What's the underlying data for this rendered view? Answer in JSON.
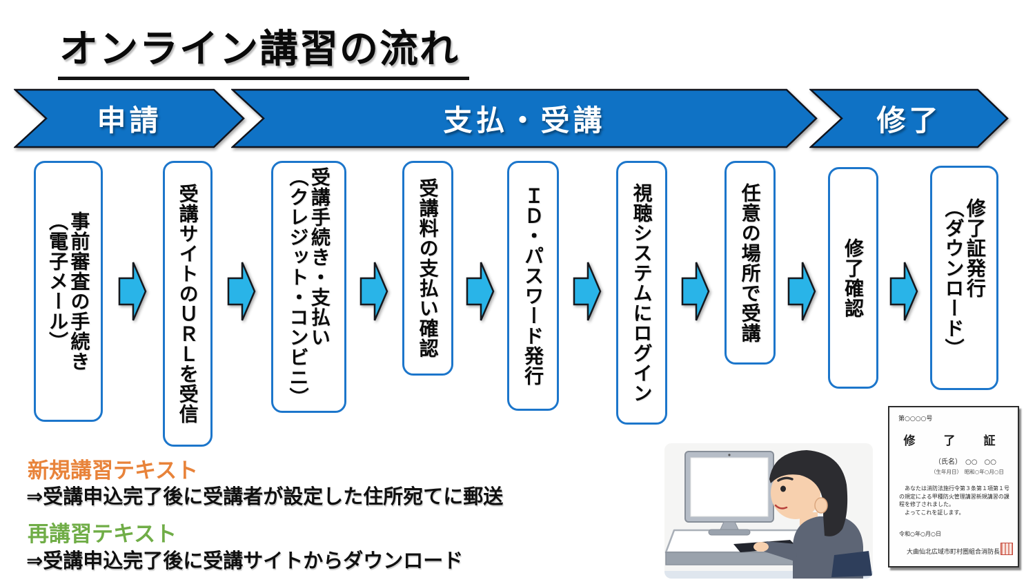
{
  "page": {
    "title": "オンライン講習の流れ"
  },
  "banners": [
    {
      "label": "申請"
    },
    {
      "label": "支払・受講"
    },
    {
      "label": "修了"
    }
  ],
  "steps": [
    {
      "label": "事前審査の手続き\n（電子メール）"
    },
    {
      "label": "受講サイトのＵＲＬを受信"
    },
    {
      "label": "受講手続き・支払い\n（クレジット・コンビニ）"
    },
    {
      "label": "受講料の支払い確認"
    },
    {
      "label": "ＩＤ・パスワード発行"
    },
    {
      "label": "視聴システムにログイン"
    },
    {
      "label": "任意の場所で受講"
    },
    {
      "label": "修了確認"
    },
    {
      "label": "修了証発行\n（ダウンロード）"
    }
  ],
  "notes": [
    {
      "heading": "新規講習テキスト",
      "heading_color": "#E8833A",
      "body": "⇒受講申込完了後に受講者が設定した住所宛てに郵送"
    },
    {
      "heading": "再講習テキスト",
      "heading_color": "#70AD47",
      "body": "⇒受講申込完了後に受講サイトからダウンロード"
    }
  ],
  "certificate": {
    "number": "第○○○○号",
    "title": "修　了　証",
    "name": "（氏名）　○○　○○",
    "birth": "（生年月日）　昭和○年○月○日",
    "body": "　あなたは消防法施行令第３条第１項第１号の規定による甲種防火管理講習新規講習の課程を修了されました。\n　よってこれを証します。",
    "date": "令和○年○月○日",
    "issuer": "大曲仙北広域市町村圏組合消防長"
  },
  "colors": {
    "banner_blue": "#0F72C5",
    "arrow_cyan": "#29B4E8",
    "box_border_blue": "#1C76CB",
    "note1_orange": "#E8833A",
    "note2_green": "#70AD47",
    "seal_red": "#C4473A"
  }
}
